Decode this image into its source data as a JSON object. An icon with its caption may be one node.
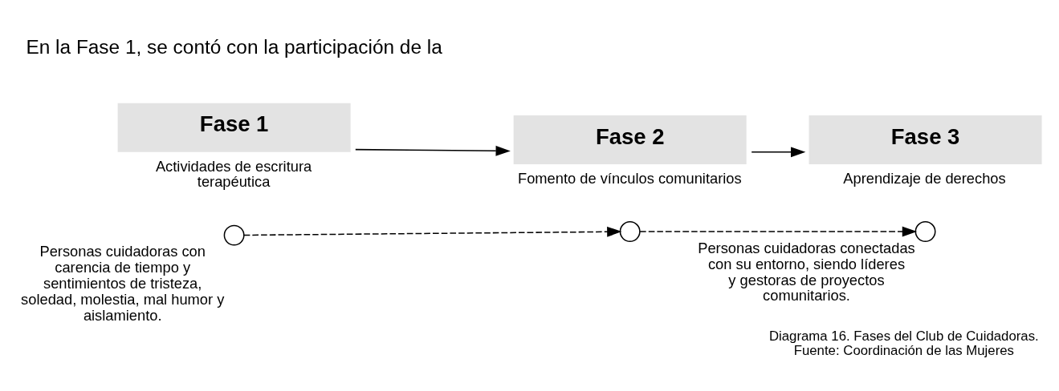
{
  "diagram": {
    "caption": "Diagrama 16. Fases del Club de Cuidadoras. Fuente: Coordinación de las Mujeres",
    "nodes": [
      {
        "text": [
          "Fase 1"
        ],
        "beside": [
          "Actividades de escritura terapéutica"
        ]
      },
      {
        "text": [
          "Fase 2"
        ],
        "beside": [
          "Fomento de vínculos comunitarios"
        ]
      },
      {
        "text": [
          "Fase 3"
        ],
        "beside": [
          "Aprendizaje de derechos"
        ]
      },
      {
        "text": [],
        "shape": "circle",
        "beside": [
          "Personas cuidadoras con carencia de tiempo y sentimientos de tristeza, soledad, molestia, mal humor y aislamiento."
        ]
      },
      {
        "text": [],
        "shape": "circle"
      },
      {
        "text": [],
        "shape": "circle",
        "beside": [
          "Personas cuidadoras conectadas con su entorno, siendo líderes y gestoras de proyectos comunitarios."
        ]
      }
    ],
    "edges": [
      {
        "from": 0,
        "to": 1,
        "arrow": "to"
      },
      {
        "from": 1,
        "to": 2,
        "arrow": "to"
      },
      {
        "from": 3,
        "to": 4,
        "arrow": "to",
        "style": "dashed"
      },
      {
        "from": 4,
        "to": 5,
        "arrow": "to",
        "style": "dashed"
      }
    ],
    "labels": [
      "En la Fase 1, se contó con la participación de la"
    ]
  }
}
